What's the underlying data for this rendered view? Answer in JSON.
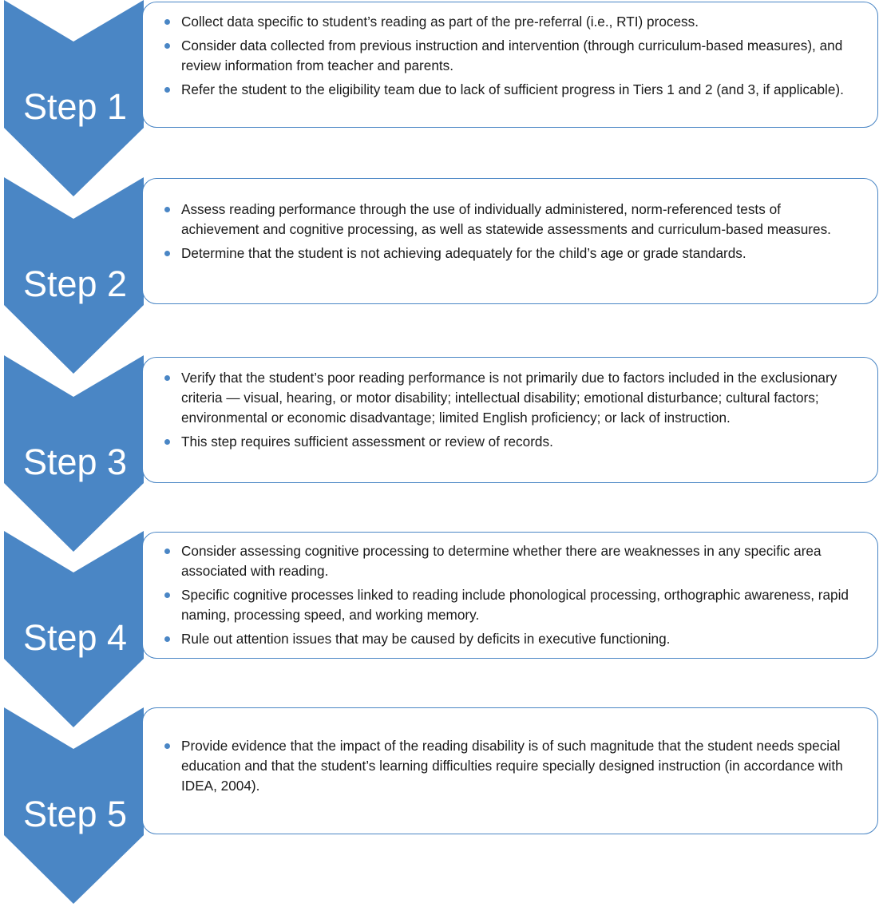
{
  "accent_color": "#4a86c5",
  "steps": [
    {
      "label": "Step 1",
      "bullets": [
        "Collect data specific to student’s reading as part of the pre-referral (i.e., RTI) process.",
        "Consider data collected from previous instruction and intervention (through curriculum-based measures), and review information from teacher and parents.",
        "Refer the student to the eligibility team due to lack of sufficient progress in Tiers 1 and 2 (and 3, if applicable)."
      ]
    },
    {
      "label": "Step 2",
      "bullets": [
        "Assess reading performance through the use of individually administered, norm-referenced tests of achievement and cognitive processing, as well as statewide assessments and curriculum-based measures.",
        "Determine that the student is not achieving adequately for the child’s age or grade standards."
      ]
    },
    {
      "label": "Step 3",
      "bullets": [
        "Verify that the student’s poor reading performance is not primarily due to factors included in the exclusionary criteria — visual, hearing, or motor disability; intellectual disability; emotional disturbance; cultural factors; environmental or economic disadvantage; limited English proficiency; or lack of instruction.",
        "This step requires sufficient assessment or review of records."
      ]
    },
    {
      "label": "Step 4",
      "bullets": [
        "Consider assessing cognitive processing to determine whether there are weaknesses in any specific area associated with reading.",
        "Specific cognitive processes linked to reading include phonological processing, orthographic awareness, rapid naming, processing speed, and working memory.",
        "Rule out attention issues that may be caused by deficits in executive functioning."
      ]
    },
    {
      "label": "Step 5",
      "bullets": [
        "Provide evidence that the impact of the reading disability is of such magnitude that the student needs special education and that the student’s learning difficulties require specially designed instruction (in accordance with IDEA, 2004)."
      ]
    }
  ]
}
